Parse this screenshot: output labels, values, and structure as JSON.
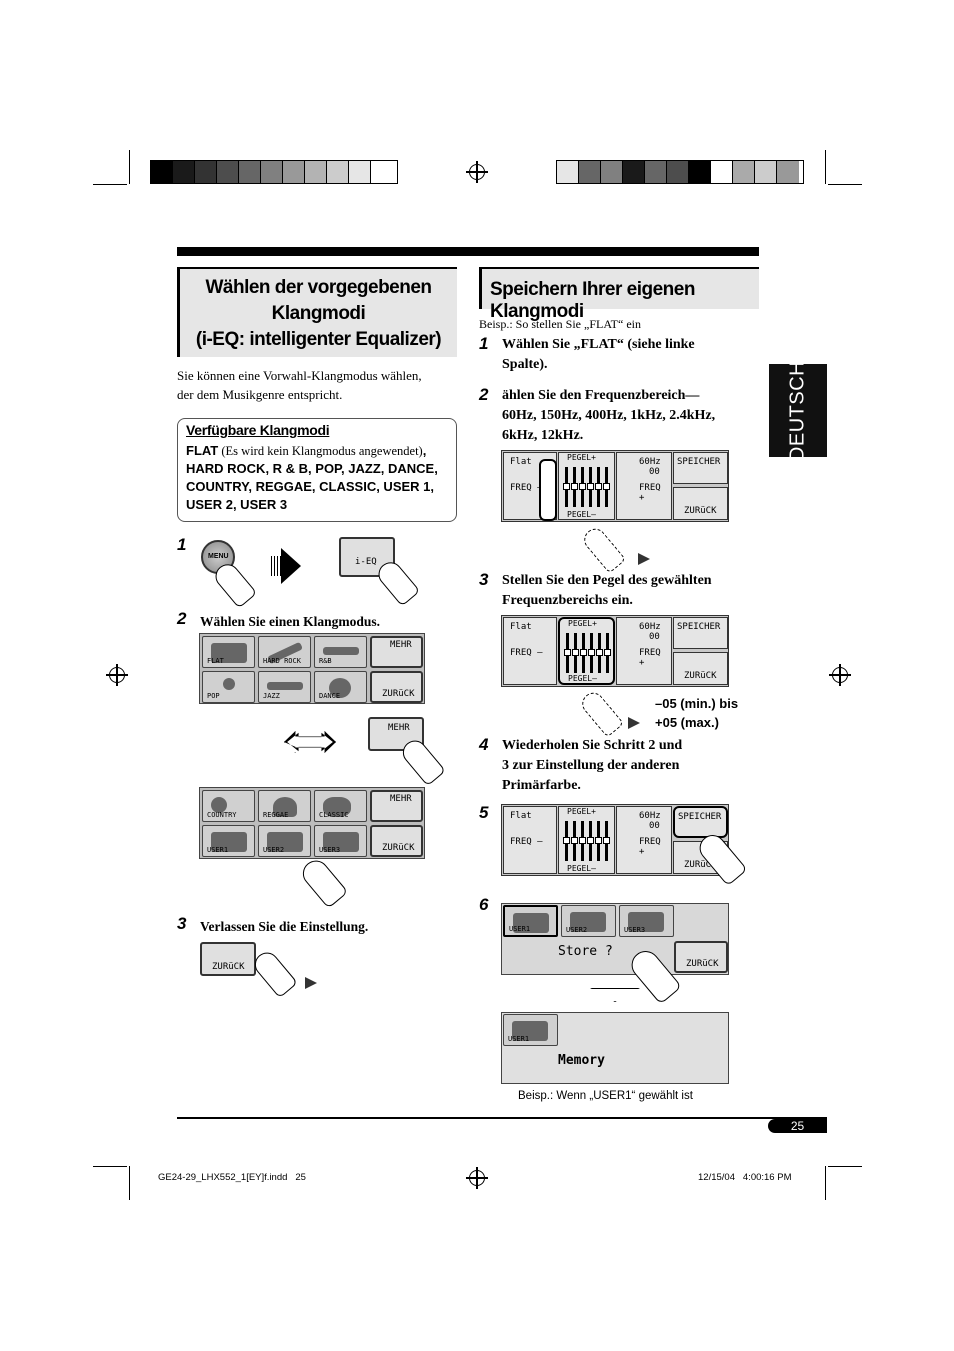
{
  "left_section": {
    "title_lines": [
      "Wählen der vorgegebenen",
      "Klangmodi",
      "(i-EQ: intelligenter Equalizer)"
    ],
    "intro_lines": [
      "Sie können eine Vorwahl-Klangmodus wählen,",
      "der dem Musikgenre entspricht."
    ],
    "modes_box": {
      "title": "Verfügbare Klangmodi",
      "flat": "FLAT",
      "flat_note": " (Es wird kein Klangmodus angewendet)",
      "list": ", HARD ROCK, R & B, POP, JAZZ, DANCE, COUNTRY, REGGAE, CLASSIC, USER 1, USER 2, USER 3"
    },
    "step1": {
      "num": "1",
      "menu_label": "MENU",
      "ieq_label": "i-EQ"
    },
    "step2": {
      "num": "2",
      "text": "Wählen Sie einen Klangmodus."
    },
    "step3": {
      "num": "3",
      "text": "Verlassen Sie die Einstellung."
    },
    "page1_tiles": [
      "FLAT",
      "HARD ROCK",
      "R&B",
      "POP",
      "JAZZ",
      "DANCE"
    ],
    "page2_tiles": [
      "COUNTRY",
      "REGGAE",
      "CLASSIC",
      "USER1",
      "USER2",
      "USER3"
    ],
    "mehr": "MEHR",
    "zuruck": "ZURüCK"
  },
  "right_section": {
    "title": "Speichern Ihrer eigenen Klangmodi",
    "example": "Beisp.: So stellen Sie „FLAT“ ein",
    "steps": [
      {
        "num": "1",
        "lines": [
          "Wählen Sie „FLAT“ (siehe linke",
          "Spalte)."
        ]
      },
      {
        "num": "2",
        "lines": [
          "ählen Sie den Frequenzbereich—",
          "60Hz, 150Hz, 400Hz, 1kHz, 2.4kHz,",
          "6kHz, 12kHz."
        ]
      },
      {
        "num": "3",
        "lines": [
          "Stellen Sie den Pegel des gewählten",
          "Frequenzbereichs ein."
        ]
      },
      {
        "num": "4",
        "lines": [
          "Wiederholen Sie Schritt 2 und",
          "3 zur Einstellung der anderen",
          "Primärfarbe."
        ]
      },
      {
        "num": "5",
        "lines": []
      },
      {
        "num": "6",
        "lines": []
      }
    ],
    "range_lines": [
      "–05 (min.) bis",
      "+05 (max.)"
    ],
    "eq_screen": {
      "mode": "Flat",
      "pegel_plus": "PEGEL+",
      "pegel_minus": "PEGEL–",
      "freq_plus": "FREQ +",
      "freq_minus": "FREQ –",
      "freq_value": "60Hz",
      "level_value": "00",
      "speicher": "SPEICHER",
      "zuruck": "ZURüCK"
    },
    "store_screen": {
      "users": [
        "USER1",
        "USER2",
        "USER3"
      ],
      "prompt": "Store ?",
      "zuruck": "ZURüCK"
    },
    "memory_screen": {
      "user": "USER1",
      "text": "Memory"
    },
    "caption": "Beisp.: Wenn „USER1“ gewählt ist"
  },
  "side_tab": "DEUTSCH",
  "page_number": "25",
  "footer": {
    "file": "GE24-29_LHX552_1[EY]f.indd   25",
    "timestamp": "12/15/04   4:00:16 PM"
  }
}
